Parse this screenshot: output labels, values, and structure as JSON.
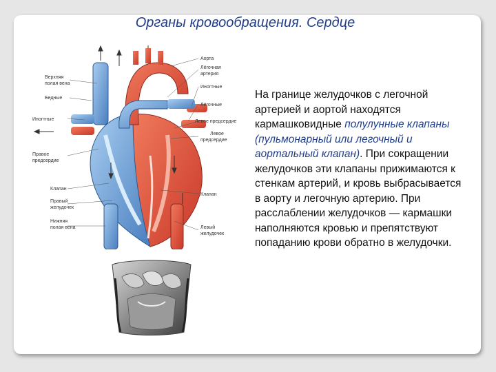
{
  "slide": {
    "title": "Органы кровообращения. Сердце",
    "text_intro": "На границе желудочков с легочной артерией и аортой находятся кармашковидные ",
    "text_emphasis": "полулунные клапаны (пульмонарный или легочный и аортальный клапан)",
    "text_rest": ". При сокращении желудочков эти клапаны прижимаются к стенкам артерий, и кровь выбрасывается в аорту и легочную артерию. При расслаблении желудочков — кармашки наполняются кровью и препятствуют попаданию крови обратно в желудочки."
  },
  "diagram": {
    "labels_left": [
      "Верхняя",
      "полая вена",
      "Бедные",
      "Иногтные",
      "Правое",
      "предсердие",
      "Клапан",
      "Правый",
      "желудочек",
      "Нижняя",
      "полая вена"
    ],
    "labels_right": [
      "Аорта",
      "Лёгочная",
      "артерия",
      "Иногтные",
      "Лёгочные",
      "Левое предсердие",
      "Левое",
      "предсердие",
      "Клапан",
      "Левый",
      "желудочек"
    ]
  },
  "colors": {
    "artery": "#e0533a",
    "vein": "#6a9fd8",
    "title": "#1f3d8a"
  }
}
